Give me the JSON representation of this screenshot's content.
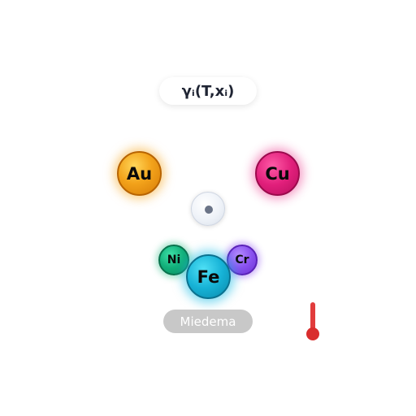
{
  "title": "γᵢ(T,xᵢ)",
  "elements": {
    "au": "Au",
    "cu": "Cu",
    "fe": "Fe",
    "ni": "Ni",
    "cr": "Cr"
  },
  "model_button": "Miedema",
  "icons": {
    "thermometer": "thermometer-icon"
  },
  "colors": {
    "au": "#f3a31b",
    "cu": "#e11f7b",
    "fe": "#16b2d6",
    "ni": "#12b07a",
    "cr": "#8a52f0",
    "thermometer": "#e13c3c"
  }
}
